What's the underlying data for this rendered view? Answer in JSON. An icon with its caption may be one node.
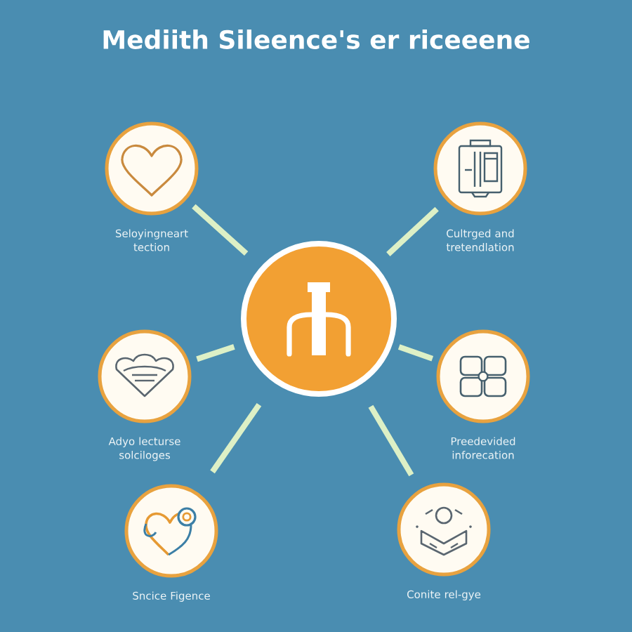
{
  "diagram": {
    "title": "Mediith Sileence's er riceeene",
    "nodes": [
      {
        "text": [
          "Seloyingneart tection"
        ]
      },
      {
        "text": [
          "Cultrged and tretendlation"
        ]
      },
      {
        "text": [],
        "shape": "circle"
      },
      {
        "text": [
          "Adyo lecturse solciloges"
        ]
      },
      {
        "text": [
          "Preedevided inforecation"
        ]
      },
      {
        "text": [
          "Sncice Figence"
        ]
      },
      {
        "text": [
          "Conite rel-gye"
        ]
      }
    ],
    "edges": [
      {
        "from": 2,
        "to": 0,
        "arrow": "none"
      },
      {
        "from": 2,
        "to": 1,
        "arrow": "none"
      },
      {
        "from": 2,
        "to": 3,
        "arrow": "none"
      },
      {
        "from": 2,
        "to": 4,
        "arrow": "none"
      },
      {
        "from": 2,
        "to": 5,
        "arrow": "none"
      },
      {
        "from": 2,
        "to": 6,
        "arrow": "none"
      }
    ]
  }
}
